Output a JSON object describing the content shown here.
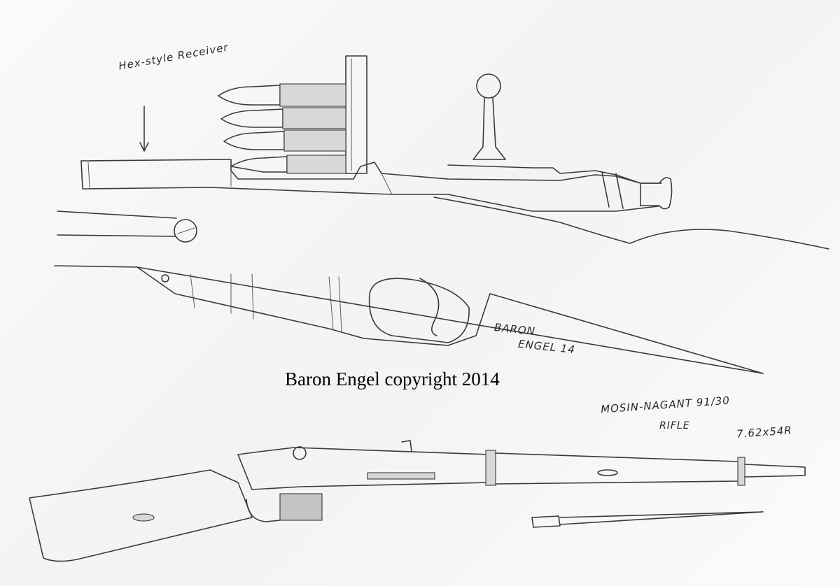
{
  "annotations": {
    "receiver_label": "Hex-style Receiver",
    "signature_line1": "BARON",
    "signature_line2": "ENGEL 14",
    "model_name": "MOSIN-NAGANT 91/30",
    "model_type": "RIFLE",
    "caliber": "7.62x54R"
  },
  "watermark": {
    "text": "Baron Engel copyright 2014"
  },
  "colors": {
    "paper": "#fdfdfd",
    "pencil": "#3a3a3a",
    "watermark": "#000000"
  }
}
